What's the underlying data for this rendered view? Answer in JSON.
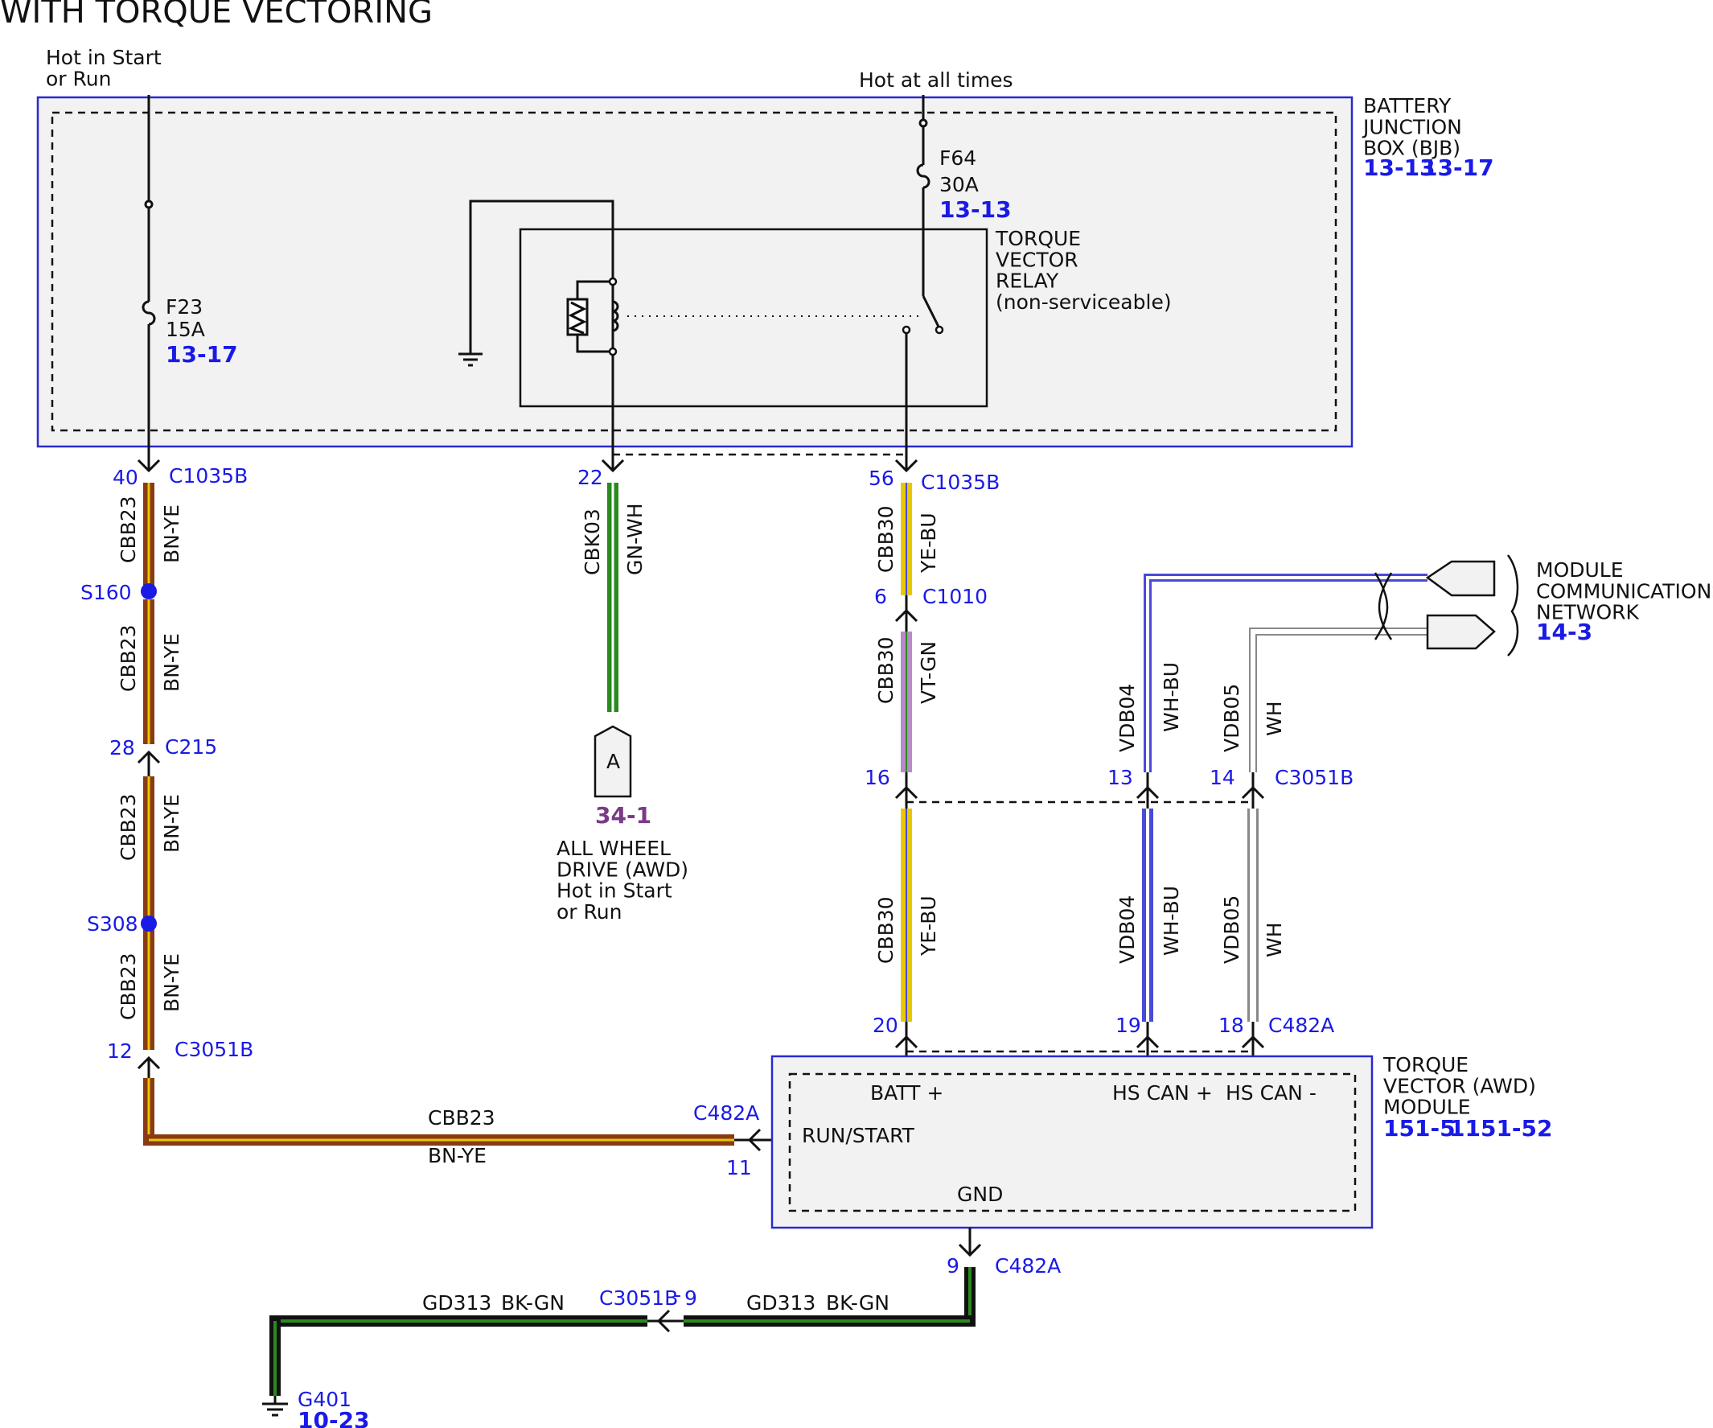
{
  "title": "WITH TORQUE VECTORING",
  "colors": {
    "box_outline": "#2a2ad0",
    "ref_blue": "#1a1ae6",
    "ref_purple": "#7a3a86",
    "bn": "#8a3a14",
    "ye": "#e8c800",
    "gn": "#2a8a1e",
    "vt": "#b88ac8",
    "bu": "#4a4ad8",
    "bk": "#111111"
  },
  "power": {
    "hot_start_run": "Hot in Start\nor Run",
    "hot_all_times": "Hot at all times"
  },
  "bjb": {
    "name": "BATTERY\nJUNCTION\nBOX (BJB)",
    "ref1": "13-13",
    "ref2": "13-17"
  },
  "fuses": [
    {
      "id": "F23",
      "rating": "15A",
      "ref": "13-17"
    },
    {
      "id": "F64",
      "rating": "30A",
      "ref": "13-13"
    }
  ],
  "relay": {
    "name": "TORQUE\nVECTOR\nRELAY\n(non-serviceable)"
  },
  "connectors": {
    "c1035b": "C1035B",
    "c1010": "C1010",
    "c215": "C215",
    "c3051b": "C3051B",
    "c482a": "C482A",
    "c3051b_9": "C3051B",
    "splice_s160": "S160",
    "splice_s308": "S308"
  },
  "pins": {
    "p40": "40",
    "p22": "22",
    "p56": "56",
    "p6": "6",
    "p28": "28",
    "p12": "12",
    "p16": "16",
    "p13": "13",
    "p14": "14",
    "p20": "20",
    "p19": "19",
    "p18": "18",
    "p11": "11",
    "p9": "9",
    "p9b": "9"
  },
  "wires": {
    "cbb23": "CBB23",
    "bn_ye": "BN-YE",
    "cbk03": "CBK03",
    "gn_wh": "GN-WH",
    "cbb30": "CBB30",
    "ye_bu": "YE-BU",
    "vt_gn": "VT-GN",
    "vdb04": "VDB04",
    "wh_bu": "WH-BU",
    "vdb05": "VDB05",
    "wh": "WH",
    "gd313": "GD313",
    "bk_gn": "BK-GN"
  },
  "awd_ref": {
    "letter": "A",
    "ref": "34-1",
    "desc": "ALL WHEEL\nDRIVE (AWD)\nHot in Start\nor Run"
  },
  "mcn": {
    "name": "MODULE\nCOMMUNICATIONS\nNETWORK",
    "ref": "14-3"
  },
  "module": {
    "name": "TORQUE\nVECTOR (AWD)\nMODULE",
    "ref1": "151-5",
    "ref2": "1151-52",
    "batt": "BATT +",
    "hscanp": "HS CAN +",
    "hscanm": "HS CAN -",
    "runstart": "RUN/START",
    "gnd": "GND"
  },
  "ground": {
    "id": "G401",
    "ref": "10-23"
  }
}
